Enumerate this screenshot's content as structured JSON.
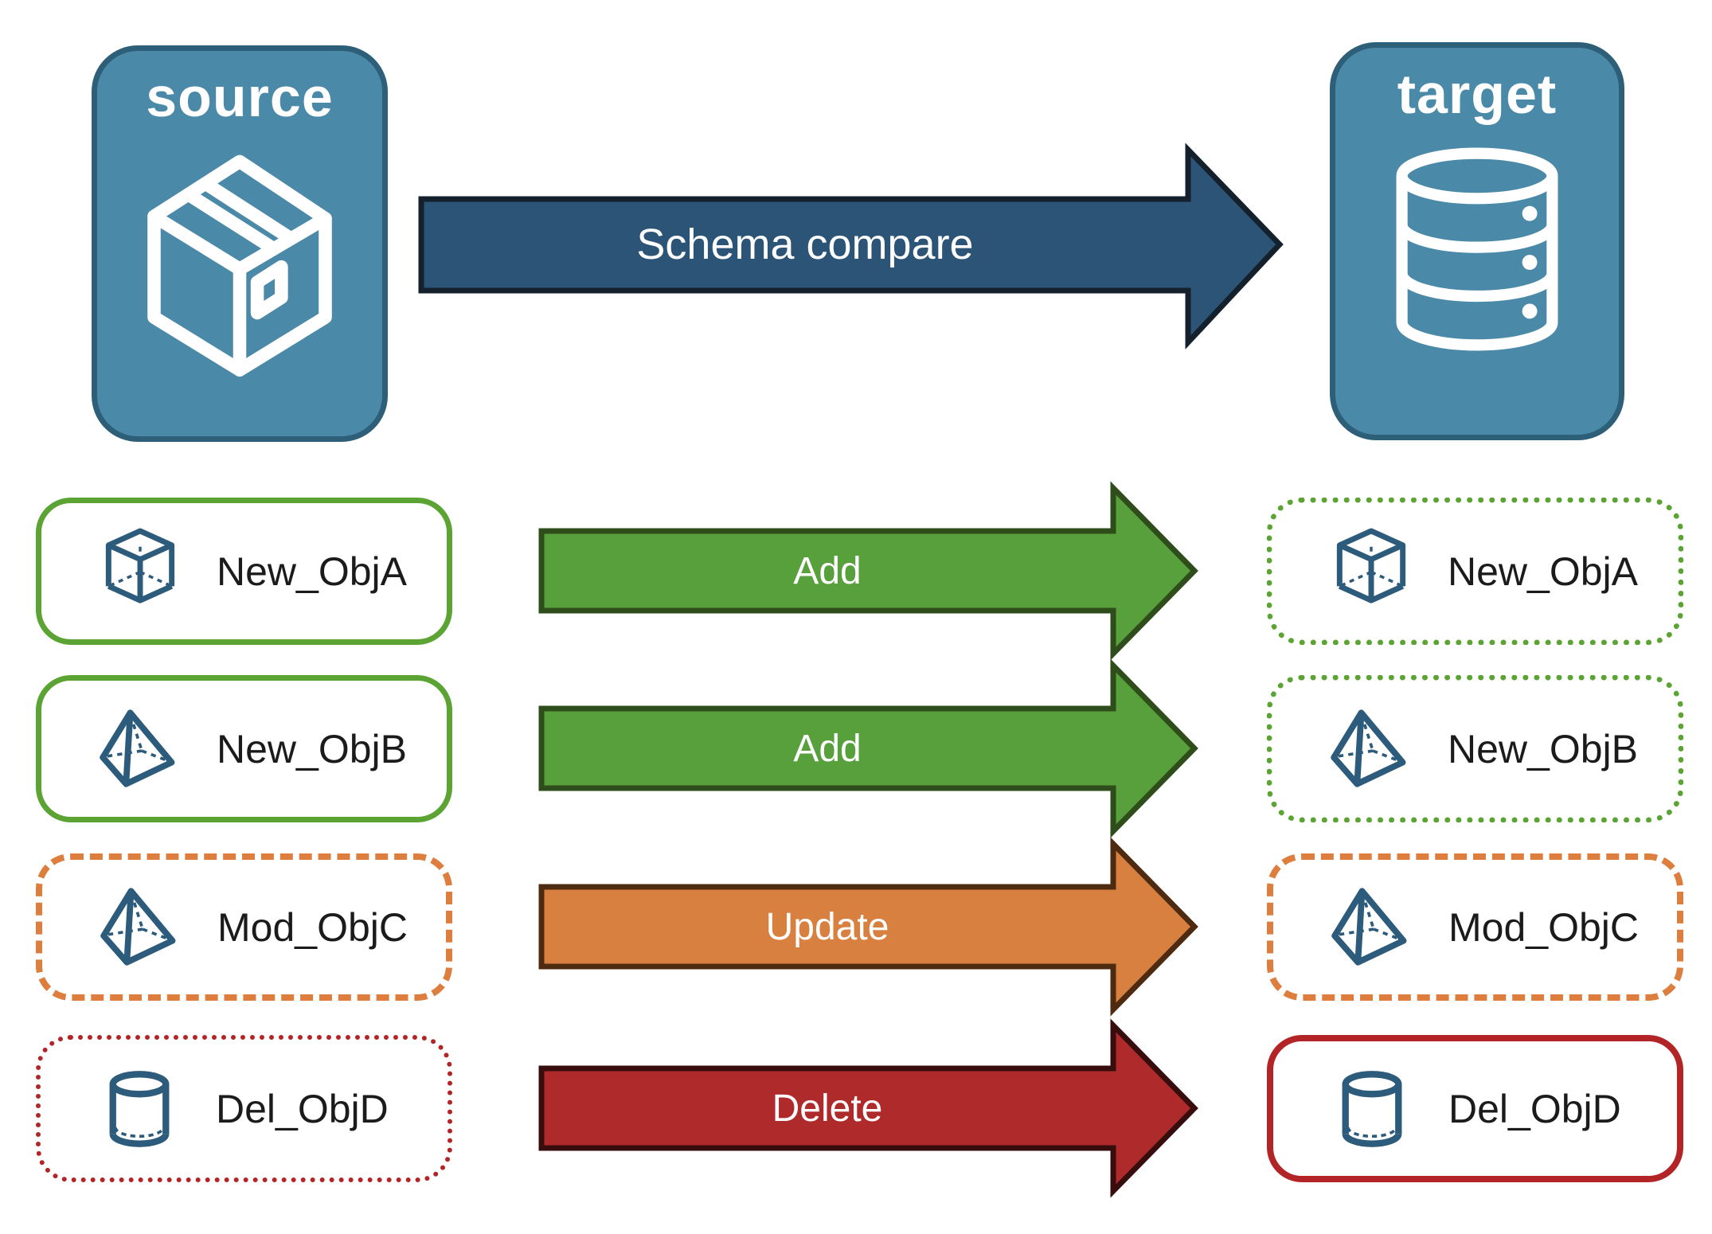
{
  "nodes": {
    "source": {
      "label": "source",
      "icon": "package-box"
    },
    "target": {
      "label": "target",
      "icon": "database"
    }
  },
  "main_arrow": {
    "label": "Schema compare"
  },
  "rows": [
    {
      "left": {
        "label": "New_ObjA",
        "icon": "cube",
        "border_style": "solid-green"
      },
      "arrow": {
        "label": "Add",
        "color_key": "green"
      },
      "right": {
        "label": "New_ObjA",
        "icon": "cube",
        "border_style": "dotted-green"
      }
    },
    {
      "left": {
        "label": "New_ObjB",
        "icon": "pyramid",
        "border_style": "solid-green"
      },
      "arrow": {
        "label": "Add",
        "color_key": "green"
      },
      "right": {
        "label": "New_ObjB",
        "icon": "pyramid",
        "border_style": "dotted-green"
      }
    },
    {
      "left": {
        "label": "Mod_ObjC",
        "icon": "pyramid",
        "border_style": "dashed-orange"
      },
      "arrow": {
        "label": "Update",
        "color_key": "orange"
      },
      "right": {
        "label": "Mod_ObjC",
        "icon": "pyramid",
        "border_style": "dashed-orange"
      }
    },
    {
      "left": {
        "label": "Del_ObjD",
        "icon": "cylinder",
        "border_style": "dotted-red"
      },
      "arrow": {
        "label": "Delete",
        "color_key": "red"
      },
      "right": {
        "label": "Del_ObjD",
        "icon": "cylinder",
        "border_style": "solid-red"
      }
    }
  ],
  "colors": {
    "node_fill": "#4A89A8",
    "node_border": "#2D5F79",
    "navy_arrow_fill": "#2C5476",
    "navy_arrow_border": "#14202C",
    "green_arrow_fill": "#58A03B",
    "green_arrow_border": "#2E4D1B",
    "orange_arrow_fill": "#D8803F",
    "orange_arrow_border": "#4E2B10",
    "red_arrow_fill": "#AF2B2B",
    "red_arrow_border": "#380D0E",
    "green_border": "#5BA433",
    "orange_border": "#DD7E3E",
    "red_border": "#B32426",
    "icon_blue": "#2D5B7B",
    "label_text": "#1B1B1B"
  }
}
